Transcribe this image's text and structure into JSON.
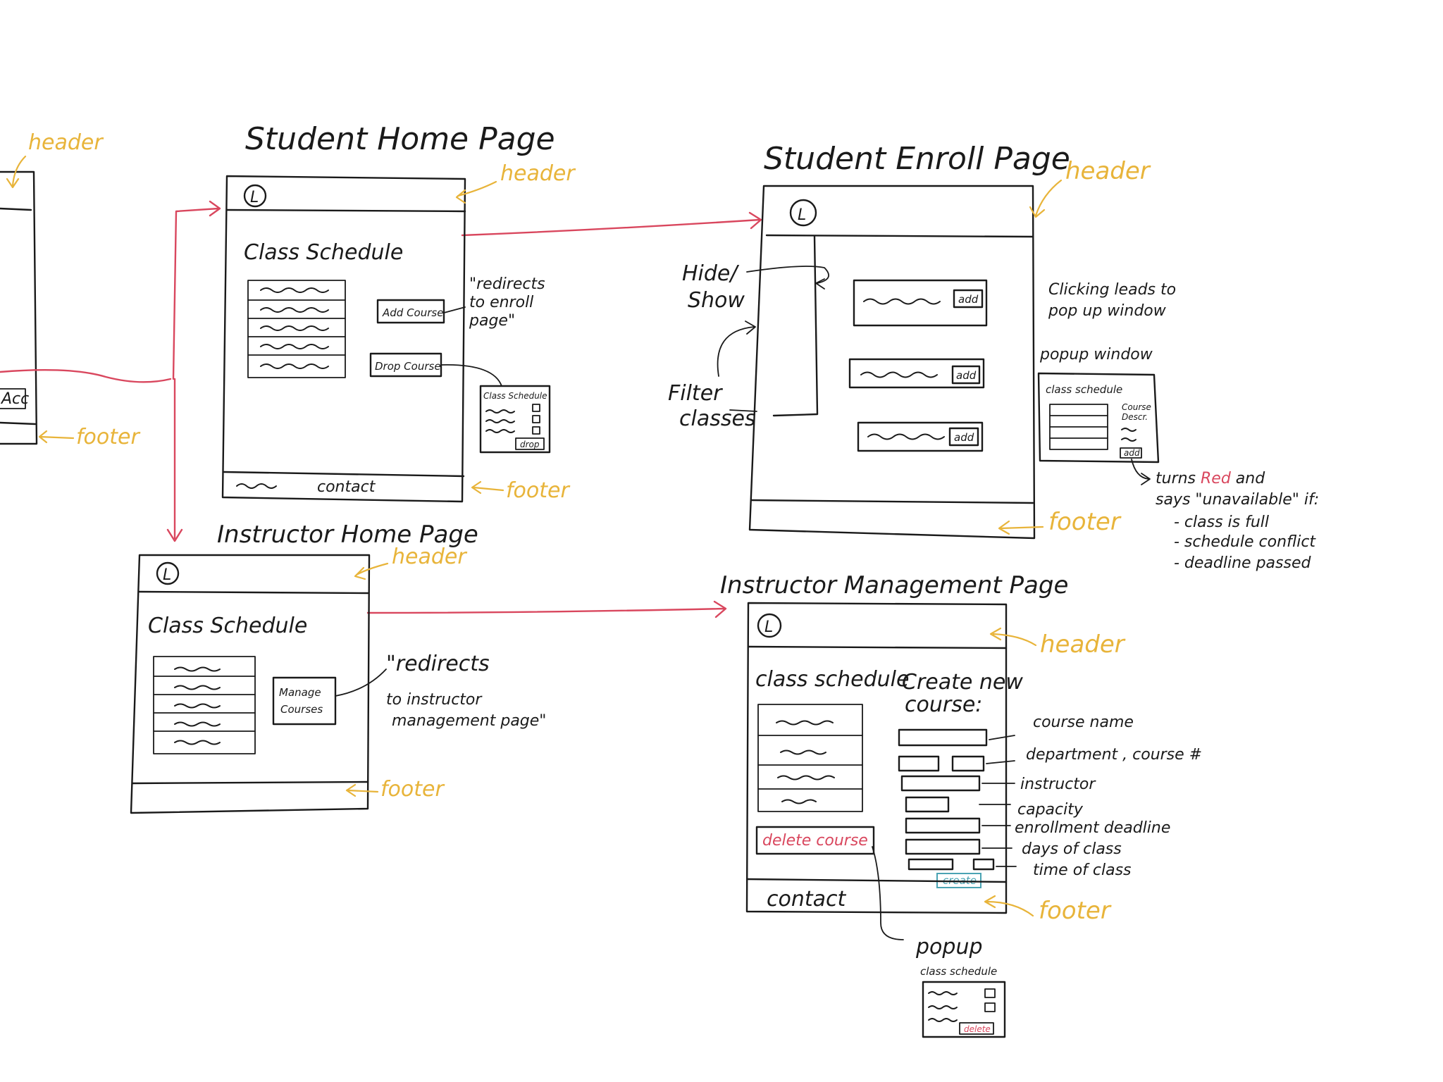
{
  "colors": {
    "ink": "#1a1a1a",
    "flow_arrow": "#d9475e",
    "annotation": "#e8b43a",
    "delete_accent": "#d9475e",
    "create_accent": "#4aa3b3"
  },
  "labels": {
    "header": "header",
    "footer": "footer",
    "logo": "L"
  },
  "partial": {
    "button": "Acc"
  },
  "student_home": {
    "title": "Student Home Page",
    "section": "Class Schedule",
    "add_button": "Add Course",
    "drop_button": "Drop Course",
    "footer_text": "contact",
    "note": [
      "\"redirects",
      "to enroll",
      "page\""
    ],
    "popup_title": "Class Schedule",
    "popup_button": "drop"
  },
  "student_enroll": {
    "title": "Student Enroll Page",
    "add_label": "add",
    "hide_show": [
      "Hide/",
      "Show"
    ],
    "filter": [
      "Filter",
      "classes"
    ],
    "click_note": [
      "Clicking leads to",
      "pop up window"
    ],
    "popup_label": "popup window",
    "popup_title": "class schedule",
    "popup_desc": [
      "Course",
      "Descr."
    ],
    "popup_button": "add",
    "turns_note": {
      "pre": "turns ",
      "red_word": "Red",
      "post": " and",
      "line2": "says \"unavailable\" if:",
      "conditions": [
        "- class is full",
        "- schedule conflict",
        "- deadline passed"
      ]
    }
  },
  "instructor_home": {
    "title": "Instructor Home Page",
    "section": "Class Schedule",
    "manage_button": [
      "Manage",
      "Courses"
    ],
    "note": [
      "\"redirects",
      "to instructor",
      "management page\""
    ]
  },
  "instructor_mgmt": {
    "title": "Instructor Management Page",
    "section": "class schedule",
    "create_heading": [
      "Create new",
      "course:"
    ],
    "fields": [
      "course name",
      "department , course #",
      "instructor",
      "capacity",
      "enrollment deadline",
      "days of class",
      "time of class"
    ],
    "create_button": "create",
    "delete_button": "delete course",
    "footer_text": "contact",
    "popup_label": "popup",
    "popup_title": "class schedule",
    "popup_button": "delete"
  }
}
